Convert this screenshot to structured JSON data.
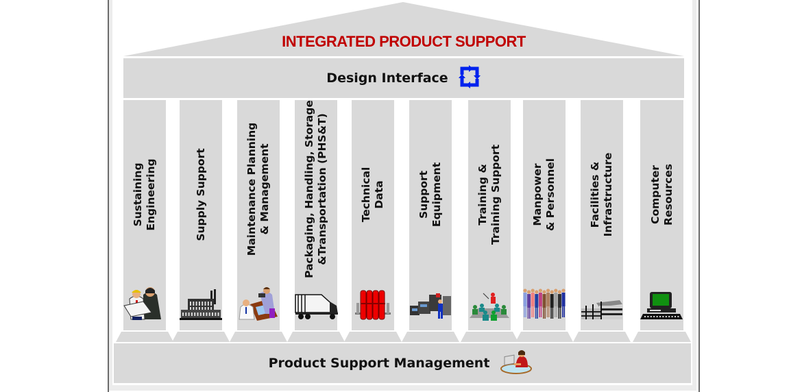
{
  "title": "INTEGRATED PRODUCT SUPPORT",
  "design_interface": {
    "label": "Design Interface",
    "icon": "cycle-arrows-icon"
  },
  "foundation": {
    "label": "Product Support Management",
    "icon": "manager-at-desk-icon"
  },
  "colors": {
    "title": "#c00000",
    "structure": "#d9d9d9",
    "cycle_icon": "#0022ee"
  },
  "pillars": [
    {
      "lines": [
        "Sustaining",
        "Engineering"
      ],
      "icon": "engineers-with-blueprint-icon"
    },
    {
      "lines": [
        "Supply Support"
      ],
      "icon": "factory-icon"
    },
    {
      "lines": [
        "Maintenance Planning",
        "& Management"
      ],
      "icon": "maintenance-workers-icon"
    },
    {
      "lines": [
        "Packaging, Handling, Storage",
        "&Transportation  (PHS&T)"
      ],
      "icon": "truck-icon"
    },
    {
      "lines": [
        "Technical",
        "Data"
      ],
      "icon": "binders-icon"
    },
    {
      "lines": [
        "Support",
        "Equipment"
      ],
      "icon": "equipment-operator-icon"
    },
    {
      "lines": [
        "Training &",
        "Training Support"
      ],
      "icon": "classroom-icon"
    },
    {
      "lines": [
        "Manpower",
        "& Personnel"
      ],
      "icon": "group-of-people-icon"
    },
    {
      "lines": [
        "Facilities &",
        "Infrastructure"
      ],
      "icon": "building-icon"
    },
    {
      "lines": [
        "Computer",
        "Resources"
      ],
      "icon": "computer-icon"
    }
  ]
}
